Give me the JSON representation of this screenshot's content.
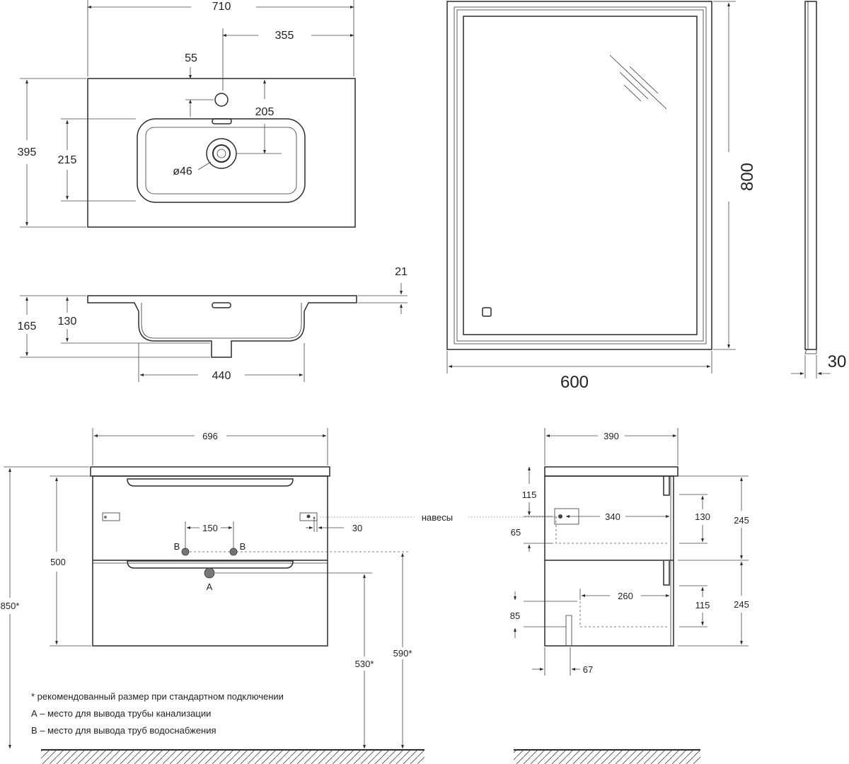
{
  "basin_top": {
    "dim_width": "710",
    "dim_half": "355",
    "dim_tap_offset": "55",
    "dim_drain_offset": "205",
    "dim_depth": "395",
    "dim_bowl_depth": "215",
    "dim_drain_diameter": "ø46"
  },
  "basin_side": {
    "dim_rim": "21",
    "dim_total_height": "165",
    "dim_bowl_height": "130",
    "dim_bowl_width": "440"
  },
  "mirror_front": {
    "dim_height": "800",
    "dim_width": "600"
  },
  "mirror_side": {
    "dim_depth": "30"
  },
  "cabinet_front": {
    "dim_width": "696",
    "dim_height": "500",
    "dim_install_height": "850*",
    "dim_pipe_spacing": "150",
    "dim_hanger_offset": "30",
    "dim_drain_height": "530*",
    "dim_water_height": "590*",
    "label_b_left": "B",
    "label_b_right": "B",
    "label_a": "A"
  },
  "cabinet_side": {
    "dim_depth": "390",
    "dim_top_drawer_height": "245",
    "dim_bottom_drawer_height": "245",
    "dim_hanger_height": "115",
    "dim_hanger_depth": "340",
    "dim_top_box": "130",
    "dim_hanger_low": "65",
    "dim_bottom_box_depth": "260",
    "dim_bottom_box_height": "115",
    "dim_bottom_gap": "85",
    "dim_plinth": "67"
  },
  "callout_hangers": "навесы",
  "notes": [
    "* рекомендованный размер при стандартном подключении",
    "А – место для вывода трубы канализации",
    "В – место для вывода труб водоснабжения"
  ]
}
